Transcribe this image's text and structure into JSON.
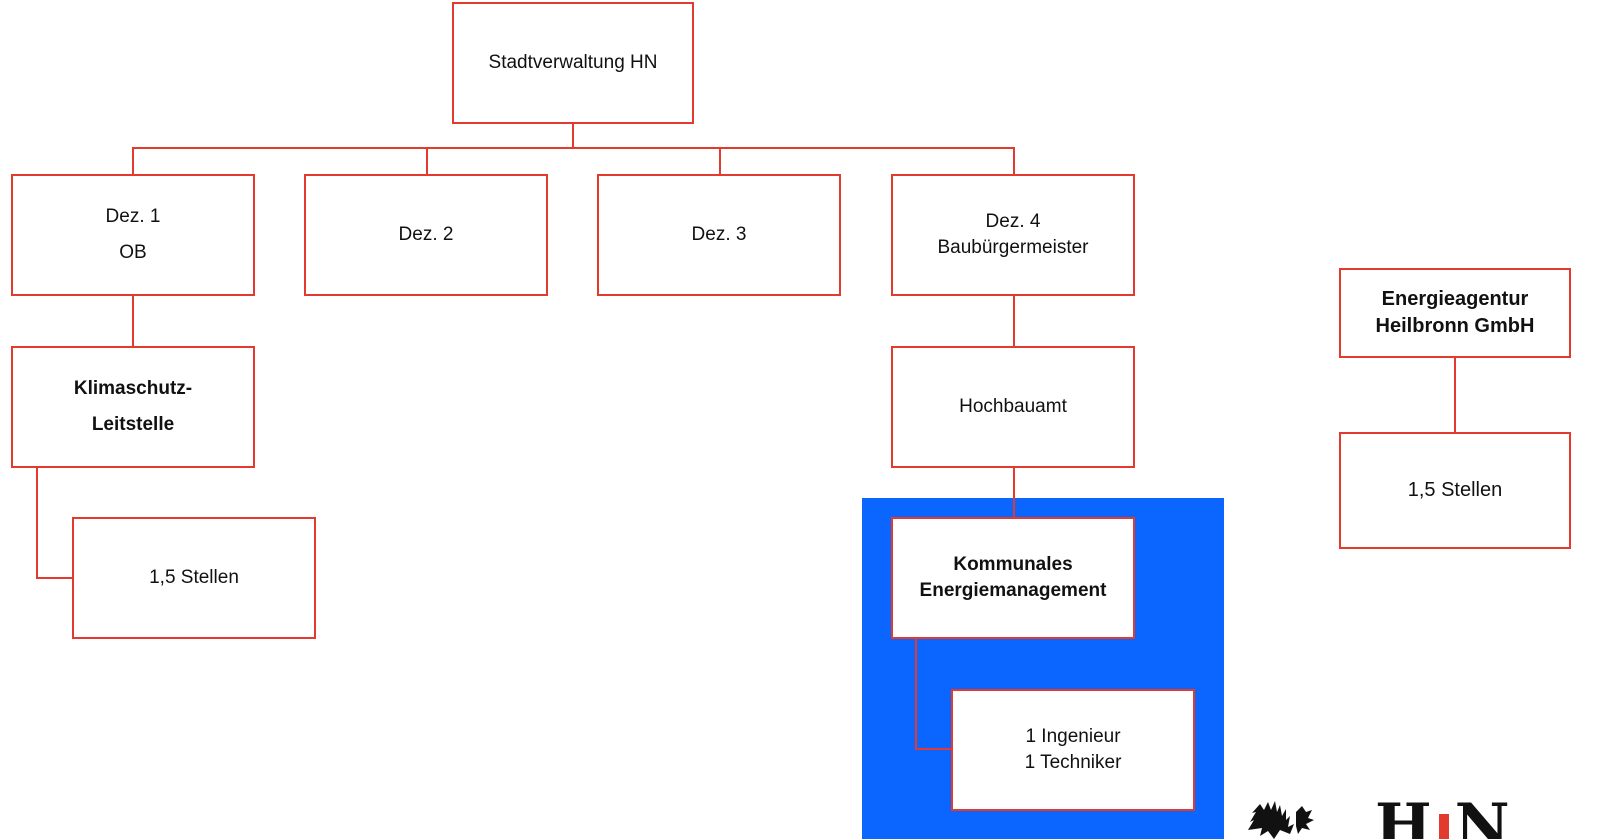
{
  "org_chart": {
    "root": {
      "label": "Stadtverwaltung HN"
    },
    "departments": [
      {
        "lines": [
          "Dez. 1",
          "OB"
        ]
      },
      {
        "lines": [
          "Dez. 2"
        ]
      },
      {
        "lines": [
          "Dez. 3"
        ]
      },
      {
        "lines": [
          "Dez. 4",
          "Baubürgermeister"
        ]
      }
    ],
    "klimaschutz": {
      "lines": [
        "Klimaschutz-",
        "Leitstelle"
      ],
      "staff": "1,5 Stellen"
    },
    "hochbauamt": {
      "label": "Hochbauamt"
    },
    "energiemanagement": {
      "lines": [
        "Kommunales",
        "Energiemanagement"
      ],
      "staff": [
        "1 Ingenieur",
        "1 Techniker"
      ],
      "highlight_color": "#0a66ff"
    },
    "energieagentur": {
      "lines": [
        "Energieagentur",
        "Heilbronn GmbH"
      ],
      "staff": "1,5 Stellen"
    }
  },
  "logo": {
    "text_left": "H",
    "text_right": "N",
    "icon": "eagle-icon"
  },
  "colors": {
    "border": "#e23a2f",
    "highlight": "#0a66ff",
    "text": "#111111"
  }
}
